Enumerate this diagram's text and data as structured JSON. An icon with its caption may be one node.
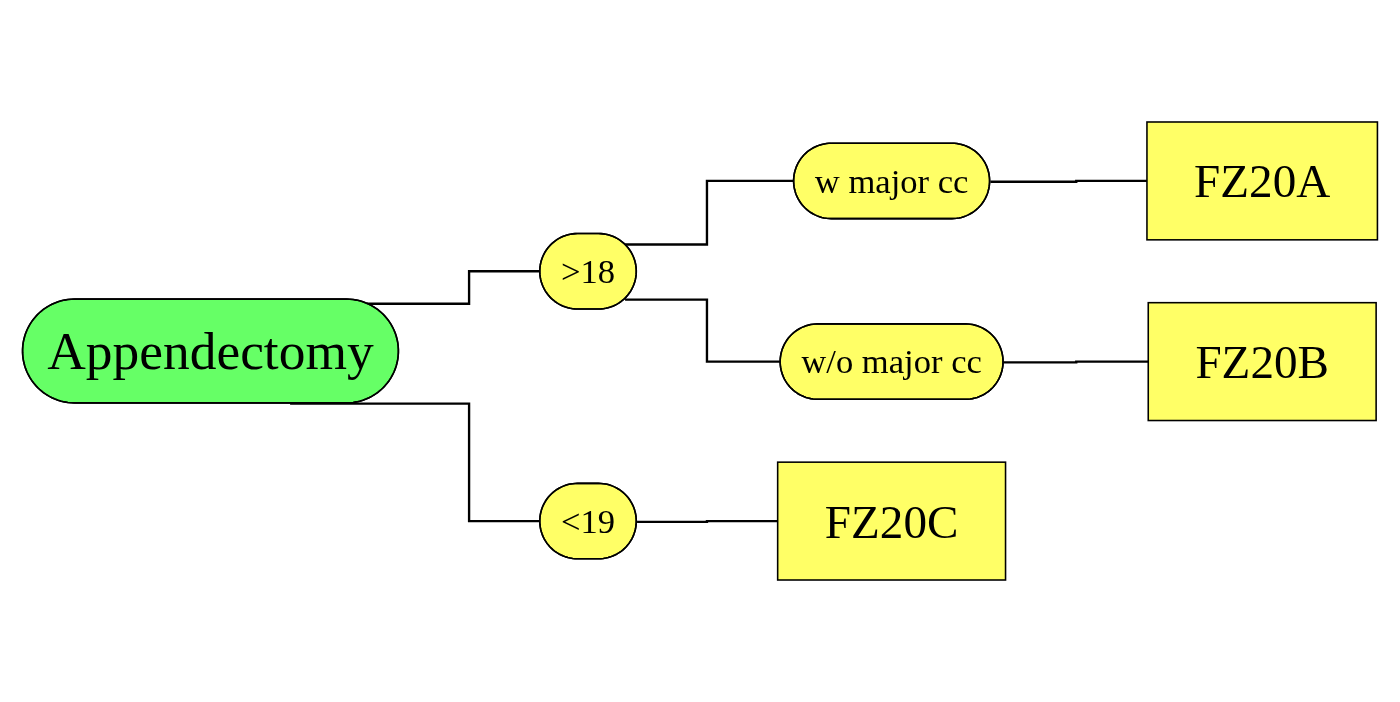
{
  "diagram": {
    "nodes": [
      {
        "text": [
          "Appendectomy"
        ]
      },
      {
        "text": [
          ">18"
        ]
      },
      {
        "text": [
          "w major cc"
        ]
      },
      {
        "text": [
          "FZ20A"
        ]
      },
      {
        "text": [
          "w/o major cc"
        ]
      },
      {
        "text": [
          "FZ20B"
        ]
      },
      {
        "text": [
          "<19"
        ]
      },
      {
        "text": [
          "FZ20C"
        ]
      }
    ],
    "edges": [
      {
        "from": 0,
        "to": 1,
        "arrow": "none"
      },
      {
        "from": 0,
        "to": 6,
        "arrow": "none"
      },
      {
        "from": 1,
        "to": 2,
        "arrow": "none"
      },
      {
        "from": 1,
        "to": 4,
        "arrow": "none"
      },
      {
        "from": 2,
        "to": 3,
        "arrow": "none"
      },
      {
        "from": 4,
        "to": 5,
        "arrow": "none"
      },
      {
        "from": 6,
        "to": 7,
        "arrow": "none"
      }
    ]
  }
}
